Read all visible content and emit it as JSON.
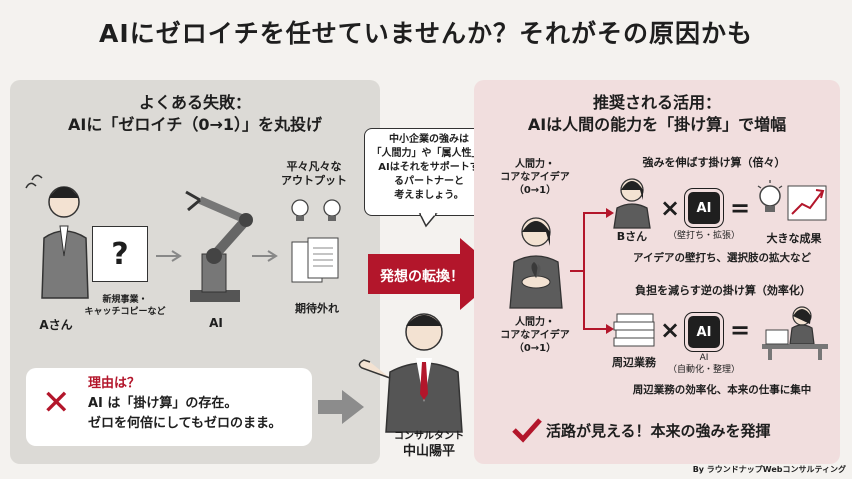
{
  "title": "AIにゼロイチを任せていませんか？それがその原因かも",
  "left": {
    "heading_line1": "よくある失敗：",
    "heading_line2": "AIに「ゼロイチ（0→1）」を丸投げ",
    "person_label": "Aさん",
    "box_label_line1": "新規事業・",
    "box_label_line2": "キャッチコピーなど",
    "ai_label": "AI",
    "output_label_line1": "平々凡々な",
    "output_label_line2": "アウトプット",
    "result_label": "期待外れ",
    "box_mark": "?"
  },
  "bubble": {
    "line1": "中小企業の強みは",
    "line2": "「人間力」や「属人性」。",
    "line3": "AIはそれをサポートす",
    "line4": "るパートナーと",
    "line5": "考えましょう。"
  },
  "shift_label": "発想の転換！",
  "reason": {
    "title": "理由は？",
    "line1": "AI は「掛け算」の存在。",
    "line2": "ゼロを何倍にしてもゼロのまま。"
  },
  "consultant": {
    "role": "コンサルタント",
    "name": "中山陽平"
  },
  "right": {
    "heading_line1": "推奨される活用：",
    "heading_line2": "AIは人間の能力を「掛け算」で増幅",
    "center_top_line1": "人間力・",
    "center_top_line2": "コアなアイデア",
    "center_top_line3": "（0→1）",
    "center_bottom_line1": "人間力・",
    "center_bottom_line2": "コアなアイデア",
    "center_bottom_line3": "（0→1）",
    "row1_title": "強みを伸ばす掛け算（倍々）",
    "row1_person": "Bさん",
    "row1_ai_sub": "（壁打ち・拡張）",
    "row1_result": "大きな成果",
    "row1_desc": "アイデアの壁打ち、選択肢の拡大など",
    "row2_title": "負担を減らす逆の掛け算（効率化）",
    "row2_left": "周辺業務",
    "row2_ai_label": "AI",
    "row2_ai_sub": "（自動化・整理）",
    "row2_desc": "周辺業務の効率化、本来の仕事に集中",
    "chip": "AI",
    "times": "×",
    "equals": "=",
    "conclusion": "活路が見える！本来の強みを発揮"
  },
  "credit": "By ラウンドナップWebコンサルティング"
}
